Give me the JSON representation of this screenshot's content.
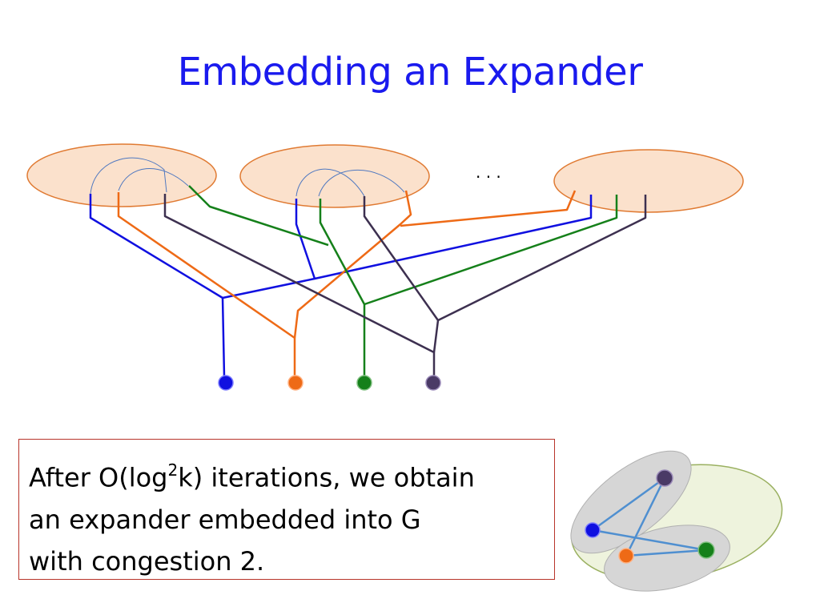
{
  "slide": {
    "title": "Embedding an Expander",
    "ellipsis": ". . .",
    "caption": {
      "line1_before_sup": "After O(log",
      "line1_sup": "2",
      "line1_after_sup": "k) iterations, we obtain",
      "line2": "an expander embedded into G",
      "line3": "with congestion 2."
    }
  },
  "colors": {
    "title": "#1a1aee",
    "cluster_fill": "#fbe1cc",
    "cluster_stroke": "#e07a32",
    "blue": "#1010e0",
    "orange": "#ee6a16",
    "green": "#15801a",
    "purple": "#3d3050",
    "box_border": "#b8342a",
    "outer_region_fill": "#eef3dd",
    "outer_region_stroke": "#9ab060",
    "inner_region_fill": "#d8d8d8",
    "small_edge": "#4f8fd0"
  },
  "terminals": [
    {
      "name": "blue-terminal",
      "color": "blue"
    },
    {
      "name": "orange-terminal",
      "color": "orange"
    },
    {
      "name": "green-terminal",
      "color": "green"
    },
    {
      "name": "purple-terminal",
      "color": "purple"
    }
  ]
}
